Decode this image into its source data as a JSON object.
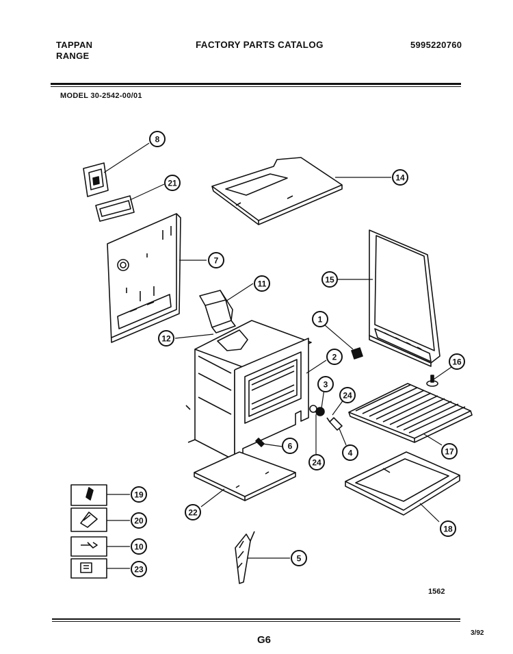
{
  "header": {
    "brand_line1": "TAPPAN",
    "brand_line2": "RANGE",
    "title": "FACTORY PARTS CATALOG",
    "catalog_number": "5995220760"
  },
  "model": "MODEL 30-2542-00/01",
  "callouts": [
    "8",
    "21",
    "14",
    "7",
    "15",
    "11",
    "1",
    "12",
    "2",
    "16",
    "3",
    "24",
    "24",
    "4",
    "6",
    "17",
    "19",
    "20",
    "10",
    "23",
    "22",
    "18",
    "5"
  ],
  "figure_number": "1562",
  "footer": {
    "page": "G6",
    "date": "3/92"
  }
}
